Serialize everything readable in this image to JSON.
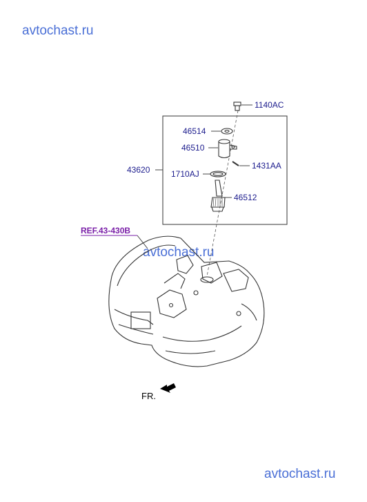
{
  "watermarks": {
    "top": "avtochast.ru",
    "middle": "avtochast.ru",
    "bottom": "avtochast.ru"
  },
  "labels": {
    "bolt": "1140AC",
    "washer": "46514",
    "sleeve": "46510",
    "pin": "1431AA",
    "assembly": "43620",
    "oring": "1710AJ",
    "gear": "46512"
  },
  "reference": "REF.43-430B",
  "front": "FR.",
  "colors": {
    "part_number": "#1a1a8c",
    "reference": "#7a1fa8",
    "watermark": "#4a6fd6"
  }
}
